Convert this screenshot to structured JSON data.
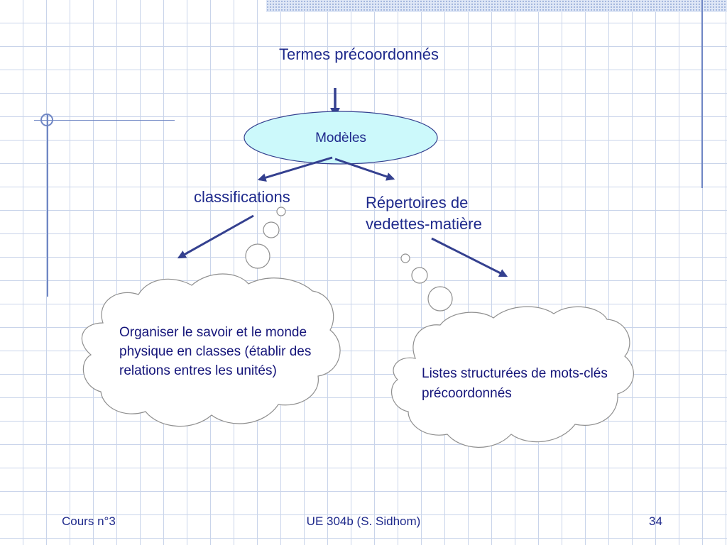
{
  "diagram": {
    "top_label": "Termes précoordonnés",
    "center_node": "Modèles",
    "left_branch": "classifications",
    "right_branch": "Répertoires de vedettes-matière",
    "left_cloud": "Organiser le savoir et le monde physique en classes (établir des relations entres les unités)",
    "right_cloud": "Listes structurées de mots-clés précoordonnés"
  },
  "footer": {
    "course": "Cours n°3",
    "center": "UE 304b (S. Sidhom)",
    "page": "34"
  },
  "colors": {
    "text": "#1f2a8c",
    "arrow": "#34408f",
    "ellipse_fill": "#ccf9fb",
    "cloud_stroke": "#8f8f8f",
    "grid": "#c9d4ea"
  }
}
